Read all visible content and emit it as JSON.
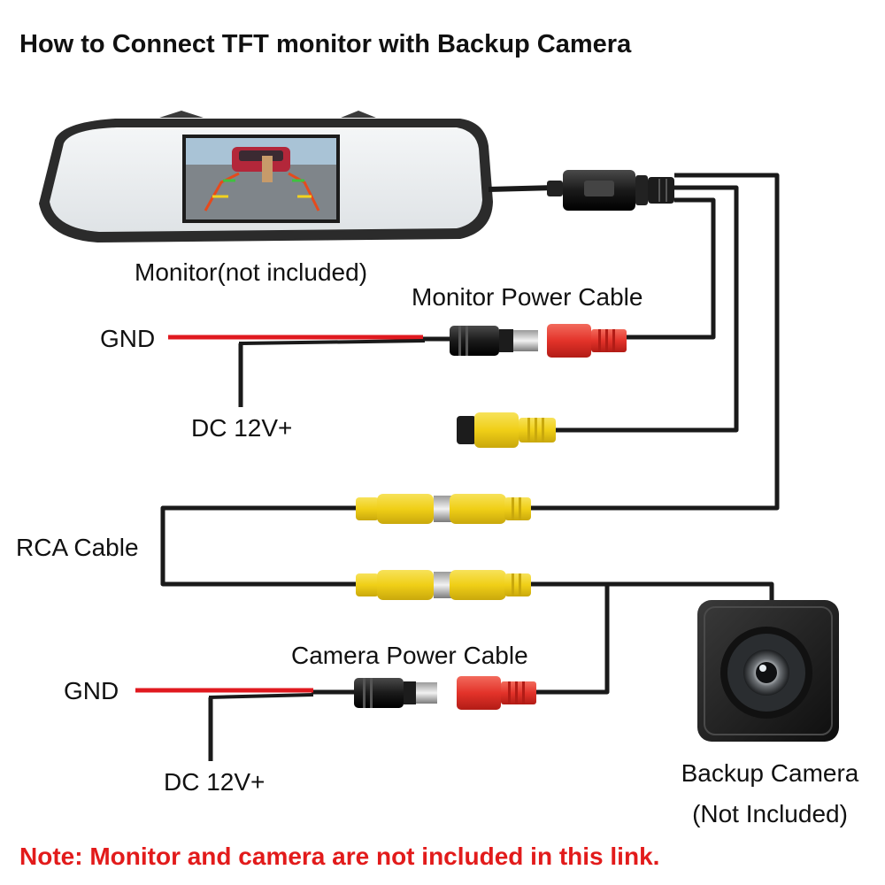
{
  "title": "How to Connect TFT monitor with Backup Camera",
  "labels": {
    "monitor": "Monitor(not included)",
    "monitor_power_cable": "Monitor Power Cable",
    "gnd_top": "GND",
    "dc_top": "DC 12V+",
    "rca_cable": "RCA Cable",
    "camera_power_cable": "Camera Power Cable",
    "gnd_bottom": "GND",
    "dc_bottom": "DC 12V+",
    "backup_camera_line1": "Backup Camera",
    "backup_camera_line2": "(Not Included)"
  },
  "note": "Note: Monitor and camera are not included in this link.",
  "colors": {
    "wire_black": "#1a1a1a",
    "wire_red": "#e0191f",
    "connector_yellow": "#f2d21f",
    "connector_red": "#e63a2e",
    "connector_black": "#1c1c1c",
    "note_red": "#e21b1b"
  }
}
